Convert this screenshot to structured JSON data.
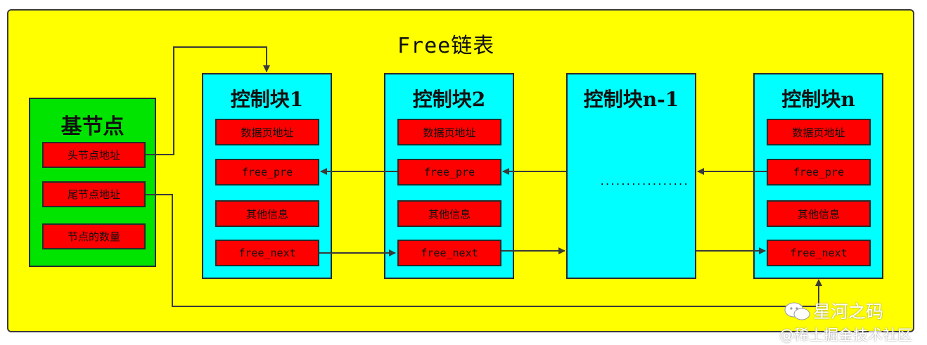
{
  "title": "Free链表",
  "base_node": {
    "title": "基节点",
    "fields": [
      "头节点地址",
      "尾节点地址",
      "节点的数量"
    ]
  },
  "blocks": [
    {
      "title": "控制块1",
      "fields": [
        "数据页地址",
        "free_pre",
        "其他信息",
        "free_next"
      ]
    },
    {
      "title": "控制块2",
      "fields": [
        "数据页地址",
        "free_pre",
        "其他信息",
        "free_next"
      ]
    },
    {
      "title": "控制块n-1",
      "ellipsis": "................."
    },
    {
      "title": "控制块n",
      "fields": [
        "数据页地址",
        "free_pre",
        "其他信息",
        "free_next"
      ]
    }
  ],
  "watermark": {
    "name": "星河之码",
    "site": "@稀土掘金技术社区"
  },
  "colors": {
    "background": "#ffff00",
    "base_node": "#00e400",
    "control_block": "#00ffff",
    "field": "#ff0000"
  }
}
